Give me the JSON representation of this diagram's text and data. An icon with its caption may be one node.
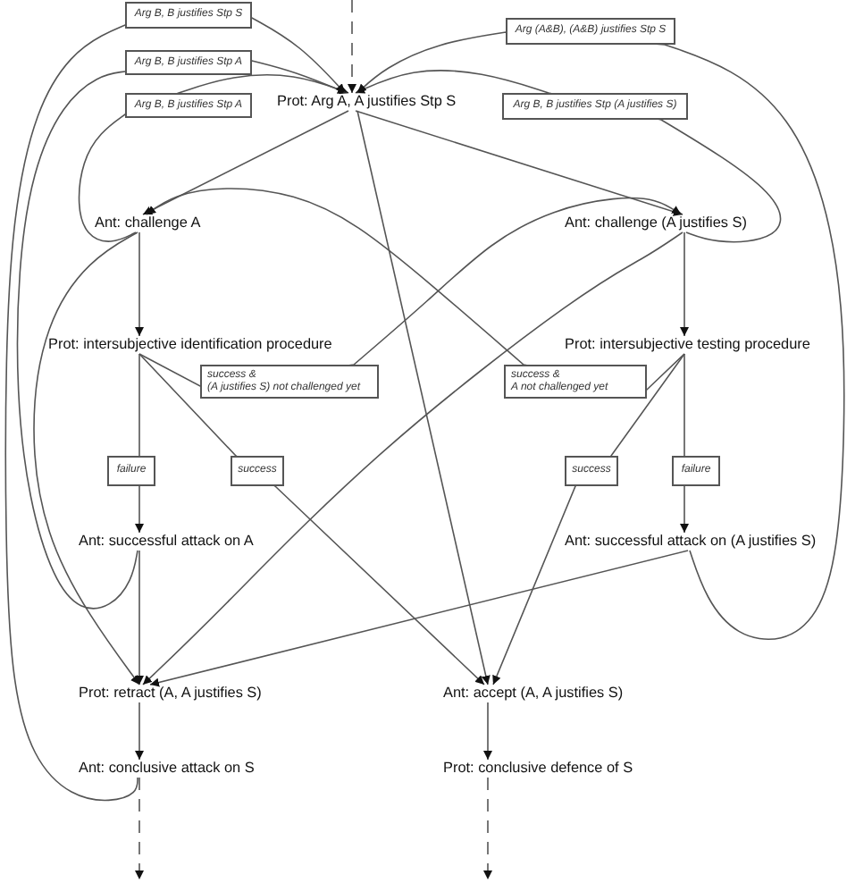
{
  "diagram": {
    "nodes": [
      {
        "text": [
          "Prot: Arg A, A justifies Stp S"
        ]
      },
      {
        "text": [
          "Ant: challenge A"
        ]
      },
      {
        "text": [
          "Ant: challenge (A justifies S)"
        ]
      },
      {
        "text": [
          "Prot: intersubjective identification procedure"
        ]
      },
      {
        "text": [
          "Prot: intersubjective testing procedure"
        ]
      },
      {
        "text": [
          "Ant: successful attack on A"
        ]
      },
      {
        "text": [
          "Ant: successful attack on (A justifies S)"
        ]
      },
      {
        "text": [
          "Prot: retract (A, A justifies S)"
        ]
      },
      {
        "text": [
          "Ant: accept (A, A justifies S)"
        ]
      },
      {
        "text": [
          "Ant: conclusive attack on S"
        ]
      },
      {
        "text": [
          "Prot: conclusive defence of S"
        ]
      }
    ],
    "edges": [
      {
        "from": null,
        "to": 0,
        "arrow": "to",
        "style": "dashed"
      },
      {
        "from": 0,
        "to": 1,
        "arrow": "to"
      },
      {
        "from": 0,
        "to": 2,
        "arrow": "to"
      },
      {
        "from": 0,
        "to": 8,
        "arrow": "to"
      },
      {
        "from": 1,
        "to": 3,
        "arrow": "to"
      },
      {
        "from": 1,
        "to": 0,
        "arrow": "to",
        "label": "Arg B, B justifies Stp A"
      },
      {
        "from": 1,
        "to": 7,
        "arrow": "to"
      },
      {
        "from": 2,
        "to": 4,
        "arrow": "to"
      },
      {
        "from": 2,
        "to": 0,
        "arrow": "to",
        "label": "Arg B, B justifies Stp (A justifies S)"
      },
      {
        "from": 2,
        "to": 7,
        "arrow": "to"
      },
      {
        "from": 3,
        "to": 5,
        "arrow": "to",
        "label": "failure"
      },
      {
        "from": 3,
        "to": 8,
        "arrow": "to",
        "label": "success"
      },
      {
        "from": 3,
        "to": 2,
        "arrow": "to",
        "label": "success & (A justifies S) not challenged yet"
      },
      {
        "from": 4,
        "to": 6,
        "arrow": "to",
        "label": "failure"
      },
      {
        "from": 4,
        "to": 8,
        "arrow": "to",
        "label": "success"
      },
      {
        "from": 4,
        "to": 1,
        "arrow": "to",
        "label": "success & A not challenged yet"
      },
      {
        "from": 5,
        "to": 7,
        "arrow": "to"
      },
      {
        "from": 5,
        "to": 0,
        "arrow": "to",
        "label": "Arg B, B justifies Stp A"
      },
      {
        "from": 6,
        "to": 7,
        "arrow": "to"
      },
      {
        "from": 6,
        "to": 0,
        "arrow": "to",
        "label": "Arg (A&B), (A&B) justifies Stp S"
      },
      {
        "from": 7,
        "to": 9,
        "arrow": "to"
      },
      {
        "from": 8,
        "to": 10,
        "arrow": "to"
      },
      {
        "from": 9,
        "to": 0,
        "arrow": "to",
        "label": "Arg B, B justifies Stp S"
      },
      {
        "from": 9,
        "to": null,
        "arrow": "to",
        "style": "dashed"
      },
      {
        "from": 10,
        "to": null,
        "arrow": "to",
        "style": "dashed"
      }
    ]
  }
}
